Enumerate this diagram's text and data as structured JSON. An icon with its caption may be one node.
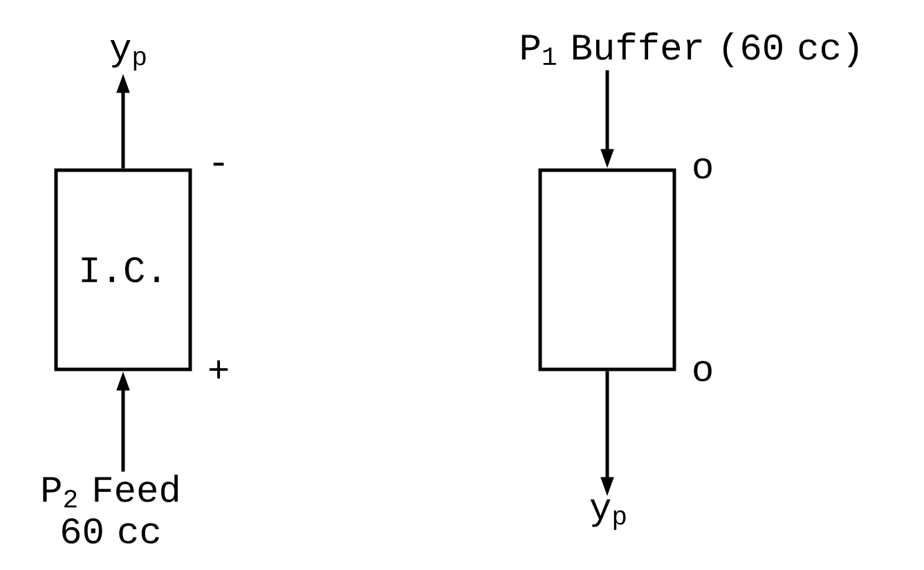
{
  "diagram": {
    "nodes": [
      {
        "text": [
          "y$_{p}$"
        ]
      },
      {
        "text": [
          "P$_{1}$ Buffer (60 cc)"
        ]
      },
      {
        "text": [
          "I.C."
        ],
        "beside": [
          "-",
          "+"
        ]
      },
      {
        "text": [],
        "shape": "box",
        "beside": [
          "o",
          "o"
        ]
      },
      {
        "text": [
          "P$_{2}$ Feed 60 cc"
        ]
      },
      {
        "text": [
          "y$_{p}$"
        ]
      }
    ],
    "edges": [
      {
        "from": 2,
        "to": 0,
        "arrow": "to"
      },
      {
        "from": 1,
        "to": 3,
        "arrow": "to"
      },
      {
        "from": 4,
        "to": 2,
        "arrow": "to"
      },
      {
        "from": 3,
        "to": 5,
        "arrow": "to"
      }
    ]
  }
}
